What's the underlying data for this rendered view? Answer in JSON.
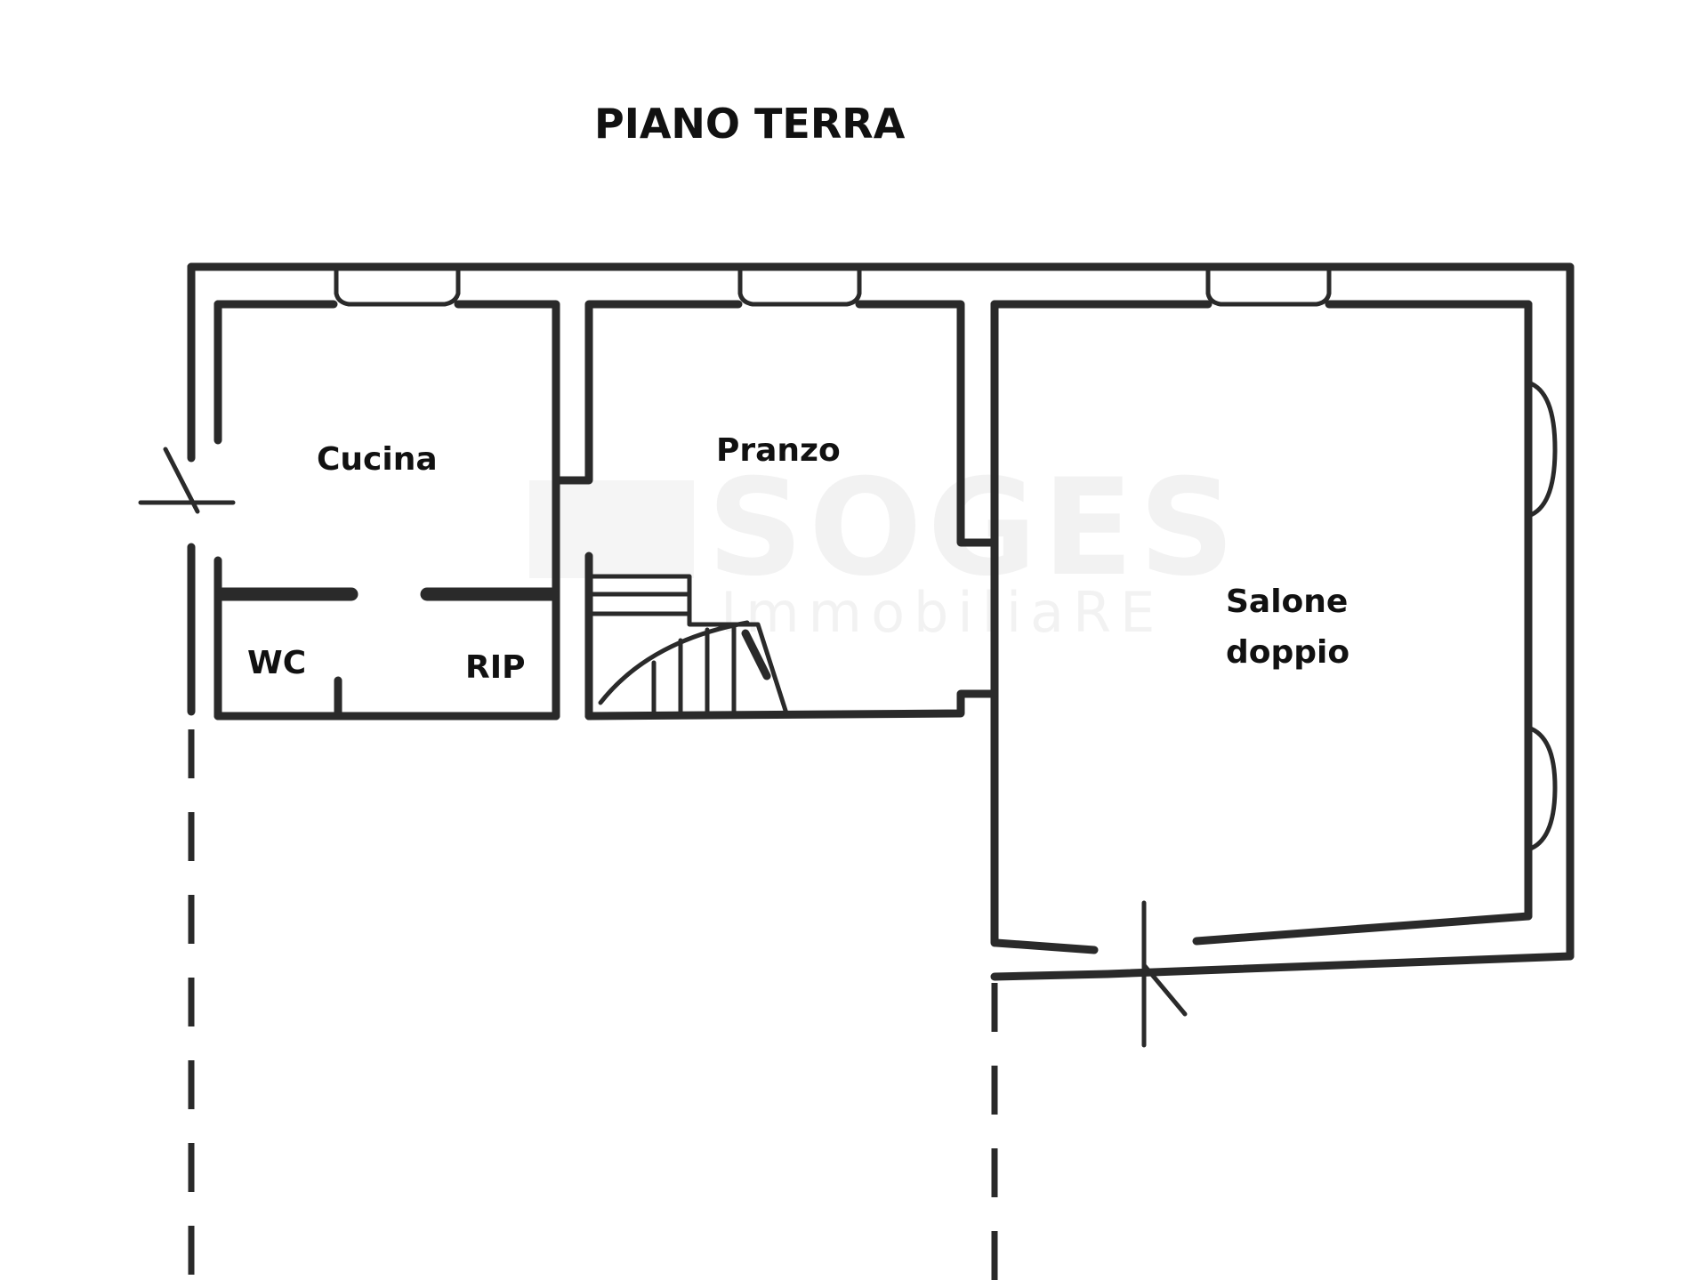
{
  "floor_title": "PIANO TERRA",
  "rooms": {
    "cucina": "Cucina",
    "pranzo": "Pranzo",
    "wc": "WC",
    "rip": "RIP",
    "salone_line1": "Salone",
    "salone_line2": "doppio"
  },
  "watermark": {
    "brand": "SOGES",
    "tagline": "ImmobiliaRE"
  },
  "colors": {
    "line": "#2a2a2a",
    "text": "#111111",
    "background": "#ffffff"
  }
}
